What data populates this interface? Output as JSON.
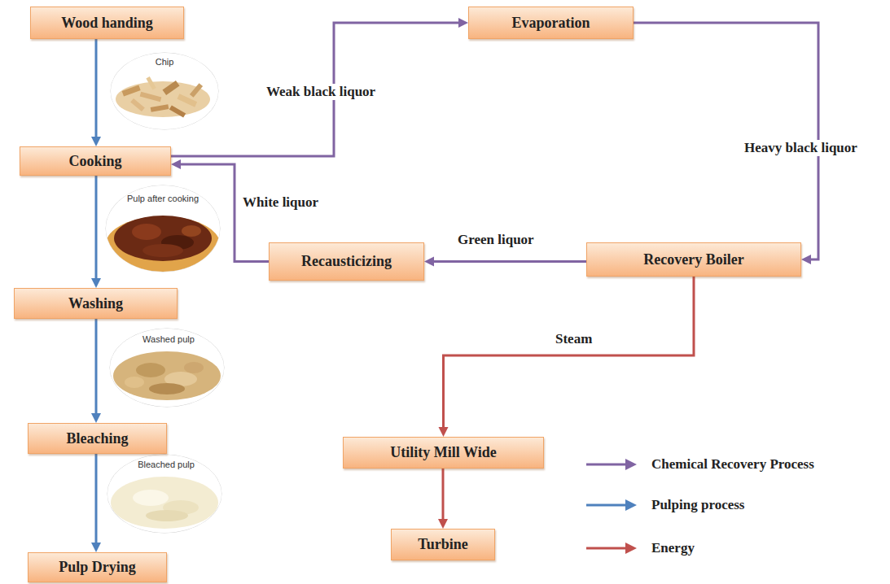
{
  "diagram": {
    "nodes": [
      {
        "text": [
          "Wood handing"
        ]
      },
      {
        "text": [
          "Cooking"
        ]
      },
      {
        "text": [
          "Washing"
        ]
      },
      {
        "text": [
          "Bleaching"
        ]
      },
      {
        "text": [
          "Pulp Drying"
        ]
      },
      {
        "text": [
          "Evaporation"
        ]
      },
      {
        "text": [
          "Recausticizing"
        ]
      },
      {
        "text": [
          "Recovery Boiler"
        ]
      },
      {
        "text": [
          "Utility Mill Wide"
        ]
      },
      {
        "text": [
          "Turbine"
        ]
      }
    ],
    "edges": [
      {
        "from": 0,
        "to": 1,
        "arrow": "to"
      },
      {
        "from": 1,
        "to": 2,
        "arrow": "to"
      },
      {
        "from": 2,
        "to": 3,
        "arrow": "to"
      },
      {
        "from": 3,
        "to": 4,
        "arrow": "to"
      },
      {
        "from": 1,
        "to": 5,
        "label": "Weak black liquor",
        "arrow": "to"
      },
      {
        "from": 5,
        "to": 7,
        "label": "Heavy black liquor",
        "arrow": "to"
      },
      {
        "from": 7,
        "to": 6,
        "label": "Green liquor",
        "arrow": "to"
      },
      {
        "from": 6,
        "to": 1,
        "label": "White liquor",
        "arrow": "to"
      },
      {
        "from": 7,
        "to": 8,
        "label": "Steam",
        "arrow": "to"
      },
      {
        "from": 8,
        "to": 9,
        "arrow": "to"
      }
    ],
    "labels": [
      "Chip",
      "Pulp after cooking",
      "Washed pulp",
      "Bleached pulp"
    ],
    "legend": [
      {
        "text": "Chemical Recovery Process"
      },
      {
        "text": "Pulping process"
      },
      {
        "text": "Energy"
      }
    ]
  }
}
